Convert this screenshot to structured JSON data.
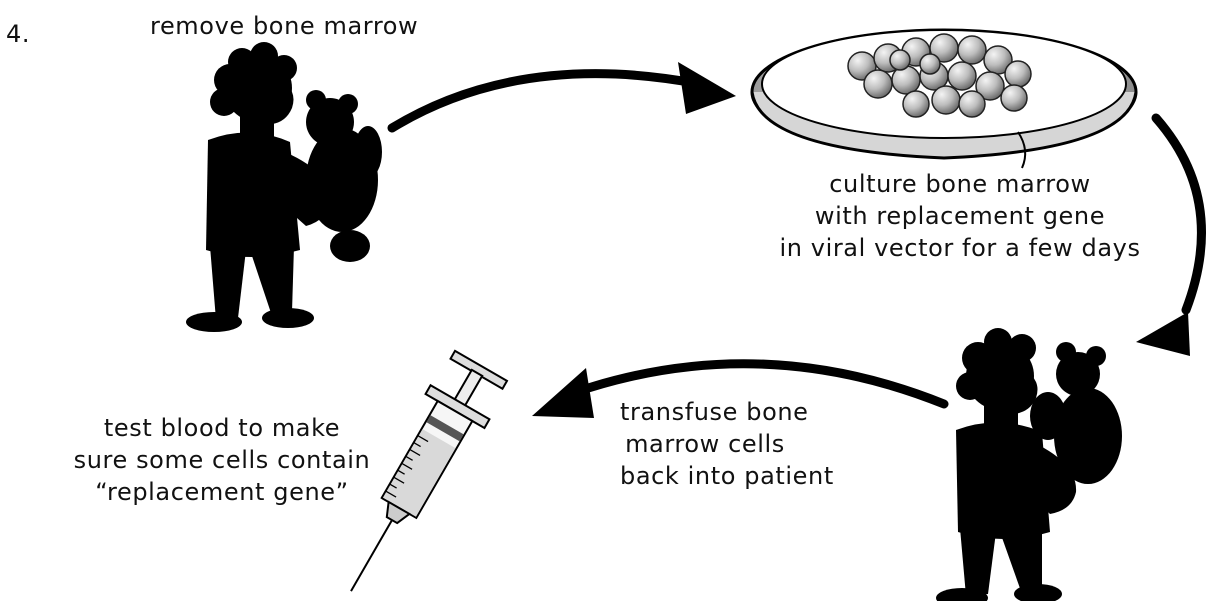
{
  "step_number": "4.",
  "labels": {
    "remove": "remove bone marrow",
    "culture": [
      "culture bone marrow",
      "with replacement gene",
      "in viral vector for a few days"
    ],
    "transfuse": [
      "transfuse bone",
      "marrow cells",
      "back into patient"
    ],
    "test": [
      "test blood to make",
      "sure some cells contain",
      "“replacement gene”"
    ]
  },
  "colors": {
    "ink": "#000000",
    "paper": "#ffffff",
    "dish_shade": "#cfcfcf",
    "cell_highlight": "#f4f4f4",
    "cell_shadow": "#8a8a8a"
  },
  "icons": [
    "child-with-teddy-bear-icon",
    "petri-dish-icon",
    "syringe-icon",
    "curved-arrow-icon"
  ]
}
